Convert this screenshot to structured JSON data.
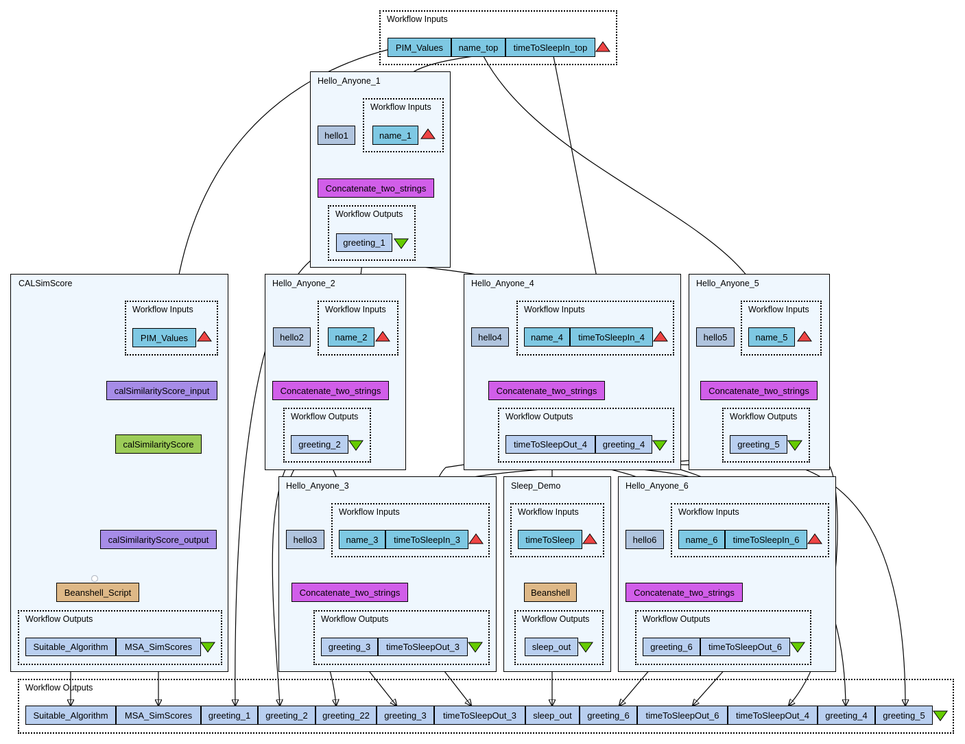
{
  "clusters": {
    "top_inputs": "Workflow Inputs",
    "hello1": "Hello_Anyone_1",
    "calsim": "CALSimScore",
    "hello2": "Hello_Anyone_2",
    "hello4": "Hello_Anyone_4",
    "hello5": "Hello_Anyone_5",
    "hello3": "Hello_Anyone_3",
    "sleep": "Sleep_Demo",
    "hello6": "Hello_Anyone_6",
    "bottom_outputs": "Workflow Outputs"
  },
  "sub_labels": {
    "inputs": "Workflow Inputs",
    "outputs": "Workflow Outputs"
  },
  "top_inputs": [
    "PIM_Values",
    "name_top",
    "timeToSleepIn_top"
  ],
  "hello1": {
    "constant": "hello1",
    "input": "name_1",
    "process": "Concatenate_two_strings",
    "output": "greeting_1"
  },
  "calsim": {
    "input": "PIM_Values",
    "step1": "calSimilarityScore_input",
    "step2": "calSimilarityScore",
    "step3": "calSimilarityScore_output",
    "script": "Beanshell_Script",
    "outputs": [
      "Suitable_Algorithm",
      "MSA_SimScores"
    ]
  },
  "hello2": {
    "constant": "hello2",
    "input": "name_2",
    "process": "Concatenate_two_strings",
    "output": "greeting_2"
  },
  "hello4": {
    "constant": "hello4",
    "inputs": [
      "name_4",
      "timeToSleepIn_4"
    ],
    "process": "Concatenate_two_strings",
    "outputs": [
      "timeToSleepOut_4",
      "greeting_4"
    ]
  },
  "hello5": {
    "constant": "hello5",
    "input": "name_5",
    "process": "Concatenate_two_strings",
    "output": "greeting_5"
  },
  "hello3": {
    "constant": "hello3",
    "inputs": [
      "name_3",
      "timeToSleepIn_3"
    ],
    "process": "Concatenate_two_strings",
    "outputs": [
      "greeting_3",
      "timeToSleepOut_3"
    ]
  },
  "sleep": {
    "input": "timeToSleep",
    "process": "Beanshell",
    "output": "sleep_out"
  },
  "hello6": {
    "constant": "hello6",
    "inputs": [
      "name_6",
      "timeToSleepIn_6"
    ],
    "process": "Concatenate_two_strings",
    "outputs": [
      "greeting_6",
      "timeToSleepOut_6"
    ]
  },
  "bottom_outputs": [
    "Suitable_Algorithm",
    "MSA_SimScores",
    "greeting_1",
    "greeting_2",
    "greeting_22",
    "greeting_3",
    "timeToSleepOut_3",
    "sleep_out",
    "greeting_6",
    "timeToSleepOut_6",
    "timeToSleepOut_4",
    "greeting_4",
    "greeting_5"
  ],
  "colors": {
    "cluster_fill": "#eff7fe",
    "input_port": "#7ec8e3",
    "output_port": "#b9cff0",
    "constant": "#b0c4de",
    "concatenate": "#d15ee9",
    "xml_splitter": "#a68ce8",
    "service": "#9ccc58",
    "beanshell": "#deb887",
    "input_marker": "#ee4444",
    "output_marker": "#66cc00"
  }
}
